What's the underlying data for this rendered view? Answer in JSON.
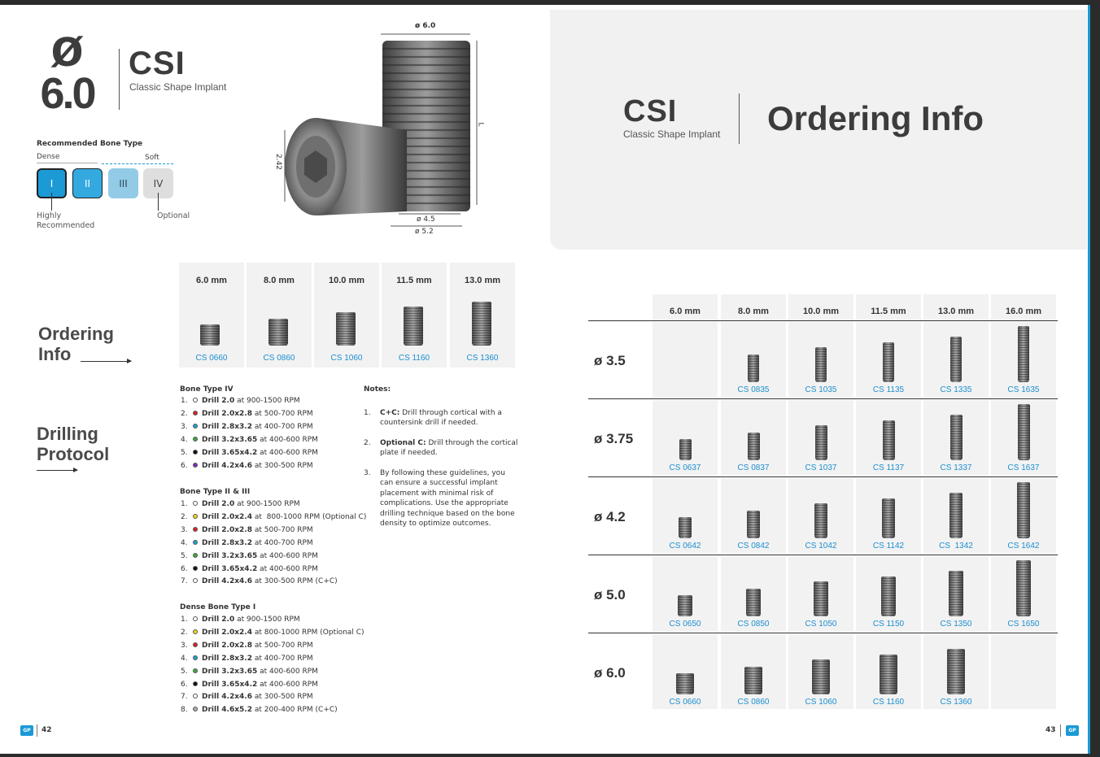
{
  "left": {
    "diameter_symbol": "ø",
    "diameter_value": "6.0",
    "product_title": "CSI",
    "product_subtitle": "Classic Shape Implant",
    "dimensions": {
      "top": "ø 6.0",
      "side": "2.42",
      "length": "L",
      "inner": "ø 4.5",
      "outer": "ø 5.2"
    },
    "bone_type": {
      "title": "Recommended Bone Type",
      "dense": "Dense",
      "soft": "Soft",
      "types": [
        "I",
        "II",
        "III",
        "IV"
      ],
      "highly_recommended": "Highly\nRecommended",
      "optional": "Optional"
    },
    "ordering_heading_1": "Ordering",
    "ordering_heading_2": "Info",
    "drilling_heading_1": "Drilling",
    "drilling_heading_2": "Protocol",
    "ordering_table": {
      "columns": [
        "6.0 mm",
        "8.0 mm",
        "10.0 mm",
        "11.5 mm",
        "13.0 mm"
      ],
      "codes": [
        "CS 0660",
        "CS 0860",
        "CS 1060",
        "CS 1160",
        "CS 1360"
      ]
    },
    "protocol_groups": [
      {
        "title": "Bone Type IV",
        "steps": [
          {
            "num": "1.",
            "drill": "Drill 2.0",
            "rest": " at 900-1500 RPM",
            "color": "#ffffff"
          },
          {
            "num": "2.",
            "drill": "Drill 2.0x2.8",
            "rest": " at 500-700 RPM",
            "color": "#e02020"
          },
          {
            "num": "3.",
            "drill": "Drill 2.8x3.2",
            "rest": " at 400-700 RPM",
            "color": "#1ea0d8"
          },
          {
            "num": "4.",
            "drill": "Drill 3.2x3.65",
            "rest": " at 400-600 RPM",
            "color": "#3aaa35"
          },
          {
            "num": "5.",
            "drill": "Drill 3.65x4.2",
            "rest": " at 400-600 RPM",
            "color": "#111111"
          },
          {
            "num": "6.",
            "drill": "Drill 4.2x4.6",
            "rest": " at 300-500 RPM",
            "color": "#7b2fbe"
          }
        ]
      },
      {
        "title": "Bone Type II & III",
        "steps": [
          {
            "num": "1.",
            "drill": "Drill 2.0",
            "rest": " at 900-1500 RPM",
            "color": "#ffffff"
          },
          {
            "num": "2.",
            "drill": "Drill 2.0x2.4",
            "rest": " at  800-1000 RPM (Optional C)",
            "color": "#f2d21c"
          },
          {
            "num": "3.",
            "drill": "Drill 2.0x2.8",
            "rest": " at 500-700 RPM",
            "color": "#e02020"
          },
          {
            "num": "4.",
            "drill": "Drill 2.8x3.2",
            "rest": " at 400-700 RPM",
            "color": "#1ea0d8"
          },
          {
            "num": "5.",
            "drill": "Drill 3.2x3.65",
            "rest": " at 400-600 RPM",
            "color": "#3aaa35"
          },
          {
            "num": "6.",
            "drill": "Drill 3.65x4.2",
            "rest": " at 400-600 RPM",
            "color": "#111111"
          },
          {
            "num": "7.",
            "drill": "Drill 4.2x4.6",
            "rest": " at 300-500 RPM (C+C)",
            "color": "#ffffff"
          }
        ]
      },
      {
        "title": "Dense Bone Type I",
        "steps": [
          {
            "num": "1.",
            "drill": "Drill 2.0",
            "rest": " at 900-1500 RPM",
            "color": "#ffffff"
          },
          {
            "num": "2.",
            "drill": "Drill 2.0x2.4",
            "rest": " at 800-1000 RPM (Optional C)",
            "color": "#f2d21c"
          },
          {
            "num": "3.",
            "drill": "Drill 2.0x2.8",
            "rest": " at 500-700 RPM",
            "color": "#e02020"
          },
          {
            "num": "4.",
            "drill": "Drill 2.8x3.2",
            "rest": " at 400-700 RPM",
            "color": "#1ea0d8"
          },
          {
            "num": "5.",
            "drill": "Drill 3.2x3.65",
            "rest": " at 400-600 RPM",
            "color": "#3aaa35"
          },
          {
            "num": "6.",
            "drill": "Drill 3.65x4.2",
            "rest": " at 400-600 RPM",
            "color": "#111111"
          },
          {
            "num": "7.",
            "drill": "Drill 4.2x4.6",
            "rest": " at 300-500 RPM",
            "color": "#ffffff"
          },
          {
            "num": "8.",
            "drill": "Drill 4.6x5.2",
            "rest": " at 200-400 RPM (C+C)",
            "color": "#aaaaaa"
          }
        ]
      }
    ],
    "notes": {
      "title": "Notes:",
      "items": [
        {
          "num": "1.",
          "bold": "C+C:",
          "text": " Drill through cortical with a countersink drill if needed."
        },
        {
          "num": "2.",
          "bold": "Optional C:",
          "text": " Drill through the cortical plate if needed."
        },
        {
          "num": "3.",
          "bold": "",
          "text": "By following these guidelines, you can ensure a successful implant placement with minimal risk of complications. Use the appropriate drilling technique based on the bone density to optimize outcomes."
        }
      ]
    },
    "page_number": "42",
    "logo": "GP"
  },
  "right": {
    "product_title": "CSI",
    "product_subtitle": "Classic Shape Implant",
    "heading": "Ordering Info",
    "table": {
      "columns": [
        "6.0 mm",
        "8.0 mm",
        "10.0 mm",
        "11.5 mm",
        "13.0 mm",
        "16.0 mm"
      ],
      "rows": [
        {
          "diameter": "ø 3.5",
          "codes": [
            "",
            "CS 0835",
            "CS 1035",
            "CS 1135",
            "CS 1335",
            "CS 1635"
          ]
        },
        {
          "diameter": "ø 3.75",
          "codes": [
            "CS 0637",
            "CS 0837",
            "CS 1037",
            "CS 1137",
            "CS 1337",
            "CS 1637"
          ]
        },
        {
          "diameter": "ø 4.2",
          "codes": [
            "CS 0642",
            "CS 0842",
            "CS 1042",
            "CS 1142",
            "CS  1342",
            "CS 1642"
          ]
        },
        {
          "diameter": "ø 5.0",
          "codes": [
            "CS 0650",
            "CS 0850",
            "CS 1050",
            "CS 1150",
            "CS 1350",
            "CS 1650"
          ]
        },
        {
          "diameter": "ø 6.0",
          "codes": [
            "CS 0660",
            "CS 0860",
            "CS 1060",
            "CS 1160",
            "CS 1360",
            ""
          ]
        }
      ]
    },
    "page_number": "43",
    "logo": "GP"
  }
}
